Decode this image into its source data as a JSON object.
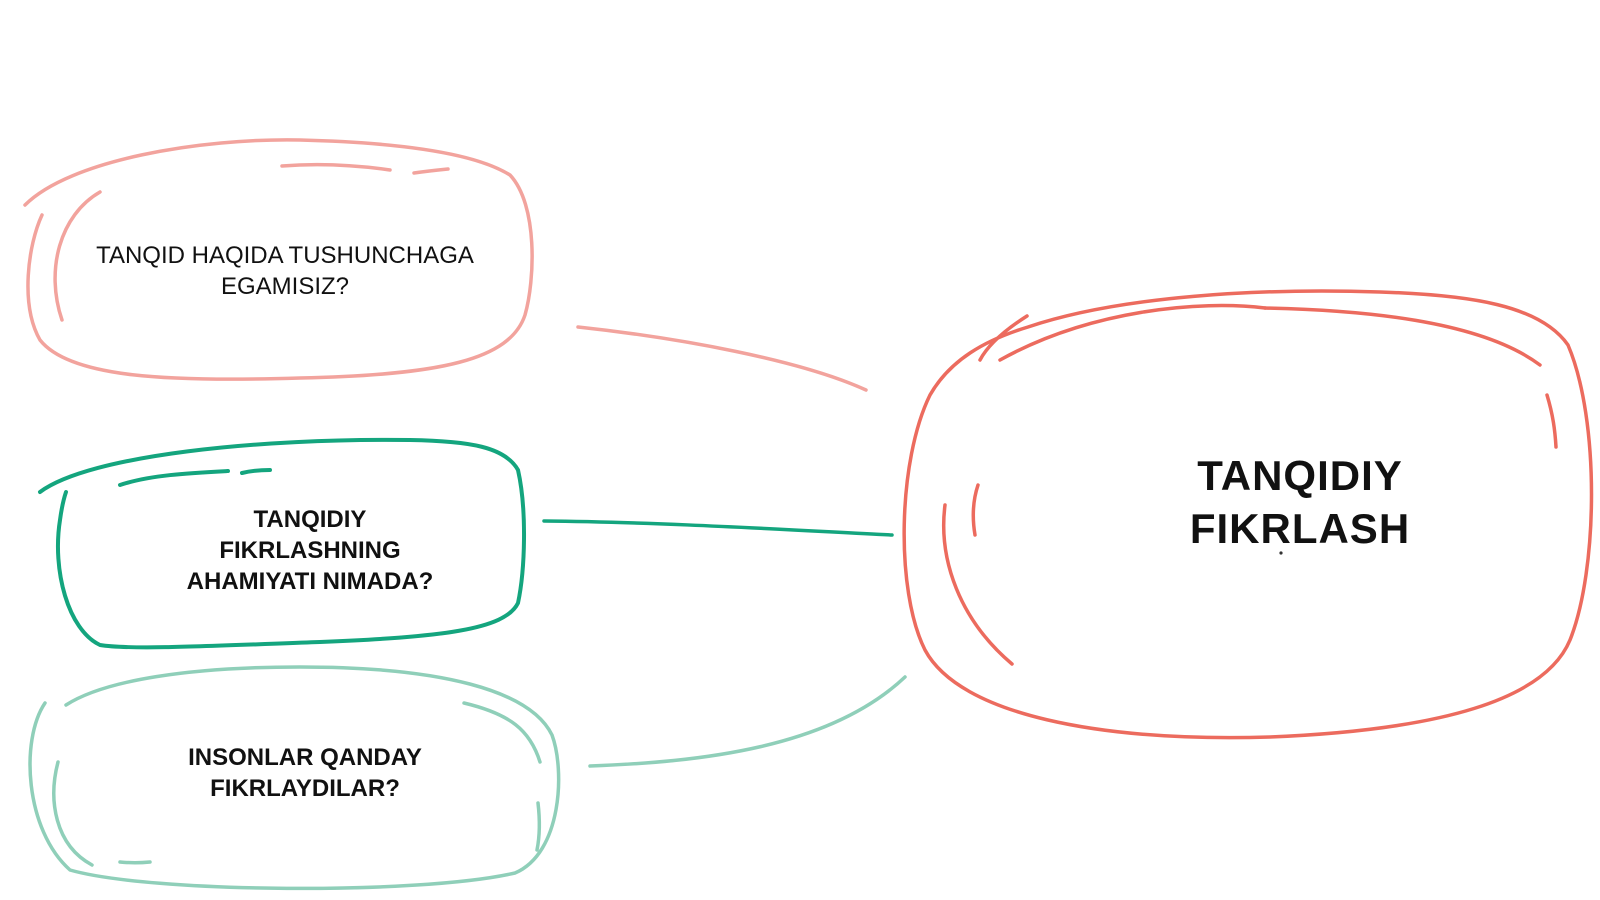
{
  "diagram": {
    "center": {
      "label": "TANQIDIY FIKRLASH",
      "color": "#ec6b5e"
    },
    "branches": [
      {
        "label": "TANQID HAQIDA TUSHUNCHAGA EGAMISIZ?",
        "color": "#f2a39d"
      },
      {
        "label": "TANQIDIY FIKRLASHNING AHAMIYATI NIMADA?",
        "color": "#14a57e"
      },
      {
        "label": "INSONLAR QANDAY FIKRLAYDILAR?",
        "color": "#8fcfb9"
      }
    ]
  }
}
